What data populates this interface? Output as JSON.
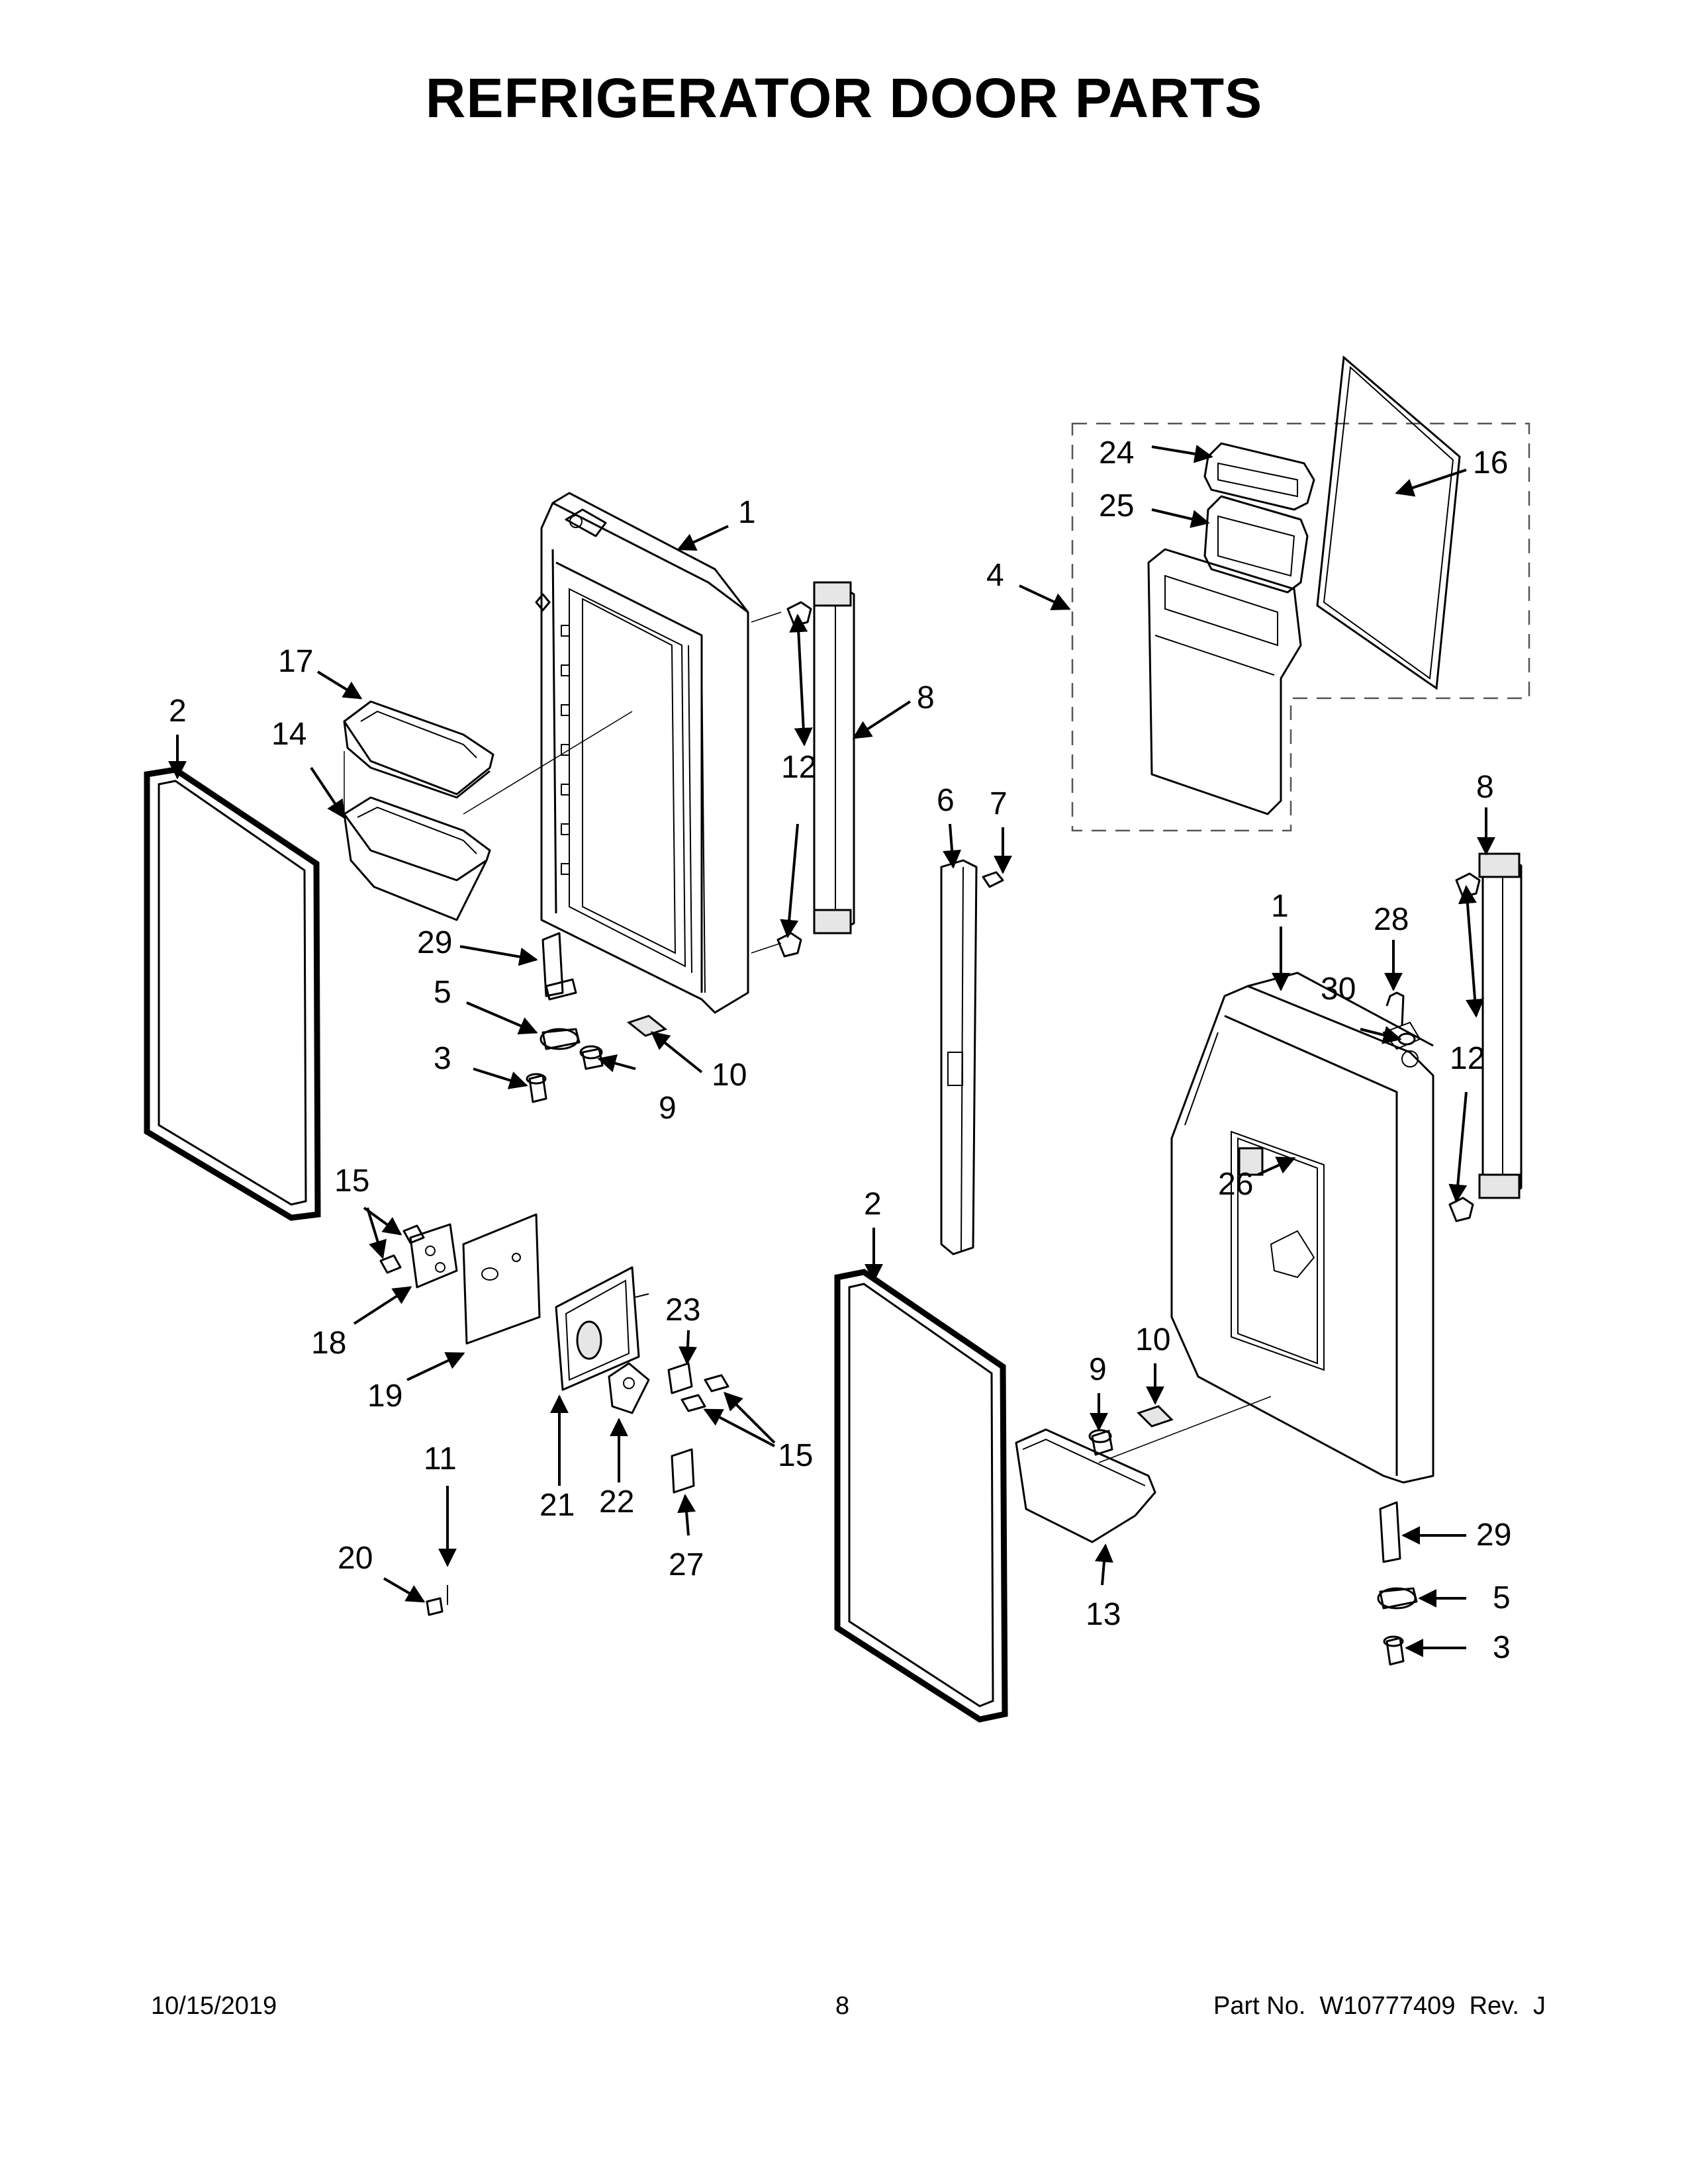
{
  "title": "REFRIGERATOR DOOR PARTS",
  "callouts": {
    "c1a": "1",
    "c1b": "1",
    "c2a": "2",
    "c2b": "2",
    "c3a": "3",
    "c3b": "3",
    "c4": "4",
    "c5a": "5",
    "c5b": "5",
    "c6": "6",
    "c7": "7",
    "c8a": "8",
    "c8b": "8",
    "c9a": "9",
    "c9b": "9",
    "c10a": "10",
    "c10b": "10",
    "c11": "11",
    "c12a": "12",
    "c12b": "12",
    "c13": "13",
    "c14": "14",
    "c15a": "15",
    "c15b": "15",
    "c16": "16",
    "c17": "17",
    "c18": "18",
    "c19": "19",
    "c20": "20",
    "c21": "21",
    "c22": "22",
    "c23": "23",
    "c24": "24",
    "c25": "25",
    "c26": "26",
    "c27": "27",
    "c28": "28",
    "c29a": "29",
    "c29b": "29",
    "c30": "30"
  },
  "footer": {
    "date": "10/15/2019",
    "page": "8",
    "part_number": "Part No.  W10777409  Rev.  J"
  }
}
